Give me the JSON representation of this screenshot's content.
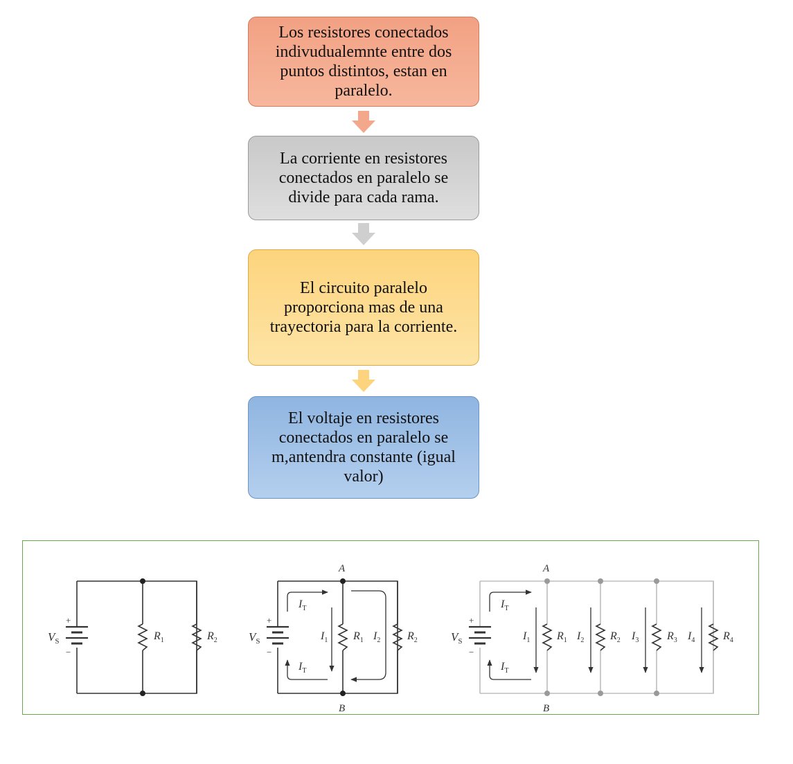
{
  "flow": {
    "steps": [
      {
        "text": "Los resistores conectados\nindivudualemnte entre dos\npuntos distintos, estan en\nparalelo.",
        "color": "#f4a88b"
      },
      {
        "text": "La corriente en resistores\nconectados en paralelo se\ndivide para cada rama.",
        "color": "#d0d0d0"
      },
      {
        "text": "El circuito paralelo\nproporciona mas de una\ntrayectoria para la corriente.",
        "color": "#fdd88c"
      },
      {
        "text": "El voltaje en resistores\nconectados en paralelo se\nm,antendra constante (igual\nvalor)",
        "color": "#9fc0e6"
      }
    ],
    "arrow_colors": [
      "#f4a88b",
      "#cfcfcf",
      "#fdd47d"
    ]
  },
  "circuits": {
    "node_a": "A",
    "node_b": "B",
    "plus": "+",
    "minus": "−",
    "source": {
      "main": "V",
      "sub": "S"
    },
    "total_current": {
      "main": "I",
      "sub": "T"
    },
    "resistors": [
      {
        "main": "R",
        "sub": "1"
      },
      {
        "main": "R",
        "sub": "2"
      },
      {
        "main": "R",
        "sub": "3"
      },
      {
        "main": "R",
        "sub": "4"
      }
    ],
    "branch_currents": [
      {
        "main": "I",
        "sub": "1"
      },
      {
        "main": "I",
        "sub": "2"
      },
      {
        "main": "I",
        "sub": "3"
      },
      {
        "main": "I",
        "sub": "4"
      }
    ]
  }
}
